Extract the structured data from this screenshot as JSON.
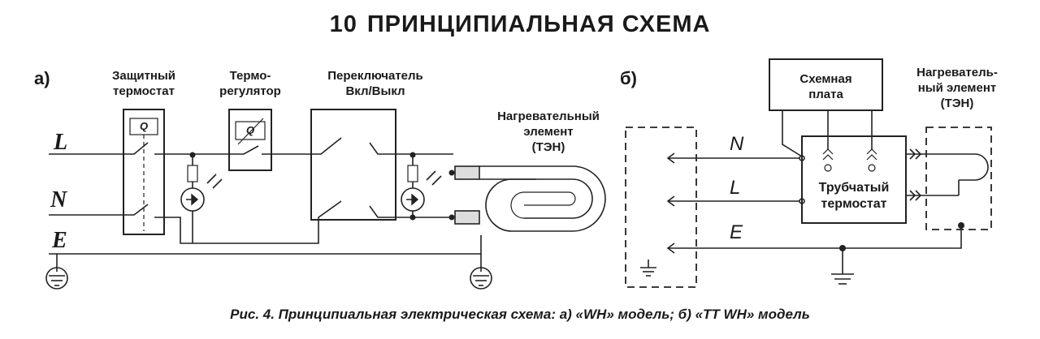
{
  "title": {
    "number": "10",
    "text": "ПРИНЦИПИАЛЬНАЯ СХЕМА"
  },
  "part_a": {
    "label": "а)",
    "protective_thermostat": {
      "line1": "Защитный",
      "line2": "термостат",
      "symbol": "Q"
    },
    "thermoregulator": {
      "line1": "Термо-",
      "line2": "регулятор",
      "symbol": "Q"
    },
    "switch": {
      "line1": "Переключатель",
      "line2": "Вкл/Выкл"
    },
    "heater": {
      "line1": "Нагревательный",
      "line2": "элемент",
      "line3": "(ТЭН)"
    },
    "wires": {
      "L": "L",
      "N": "N",
      "E": "E"
    }
  },
  "part_b": {
    "label": "б)",
    "board": {
      "line1": "Схемная",
      "line2": "плата"
    },
    "heater": {
      "line1": "Нагреватель-",
      "line2": "ный элемент",
      "line3": "(ТЭН)"
    },
    "tube_thermostat": {
      "line1": "Трубчатый",
      "line2": "термостат"
    },
    "wires": {
      "N": "N",
      "L": "L",
      "E": "E"
    }
  },
  "caption": "Рис. 4. Принципиальная электрическая схема: а) «WH» модель; б) «TT WH» модель"
}
